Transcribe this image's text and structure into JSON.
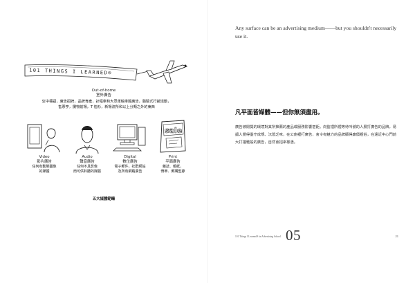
{
  "left_page": {
    "banner_text": "101 THINGS I LEARNED®",
    "out_of_home": {
      "title_en": "Out-of-home",
      "title_zh": "室外廣告",
      "description": [
        "空中標語，廣告招牌，品牌育產，計程車和大眾運輸車體廣告，體驗式行銷活動，",
        "售票亭，攤物前場，T 恤衫，新場流所和以上分類之外的東西"
      ]
    },
    "media": [
      {
        "title_en": "Video",
        "title_zh": "影片廣告",
        "description": [
          "任何有動態圖像",
          "的媒體"
        ]
      },
      {
        "title_en": "Audio",
        "title_zh": "聲音廣告",
        "description": [
          "任何不具影像",
          "而可供聆聽的媒體"
        ]
      },
      {
        "title_en": "Digital",
        "title_zh": "數位廣告",
        "description": [
          "電子郵件，社群網站",
          "及所有網路廣告"
        ]
      },
      {
        "title_en": "Print",
        "title_zh": "平面廣告",
        "description": [
          "雜誌、報紙，",
          "傳單、郵購型錄"
        ]
      }
    ],
    "print_sign_text": "sale",
    "caption": "五大媒體範疇"
  },
  "right_page": {
    "quote": "Any surface can be an advertising medium——but you shouldn't necessarily use it.",
    "heading": "凡平面皆媒體——但你無須盡用。",
    "body": "廣告被閱覽的環境對其所推薦的產品或服務影響甚鉅。向監理所裡等待叫號的人展打廣告的品牌，易讓人覺得墨守成規、沉悶乏味，在公廁裡打廣告，會令有魅力的品牌顯得廉價粗俗，在遠近中心門前大打擋雅般的廣告，自然會招來樣憑。",
    "footer": {
      "book_title": "101 Things I Learned® in Advertising School",
      "chapter": "05",
      "page_number": "21"
    }
  }
}
